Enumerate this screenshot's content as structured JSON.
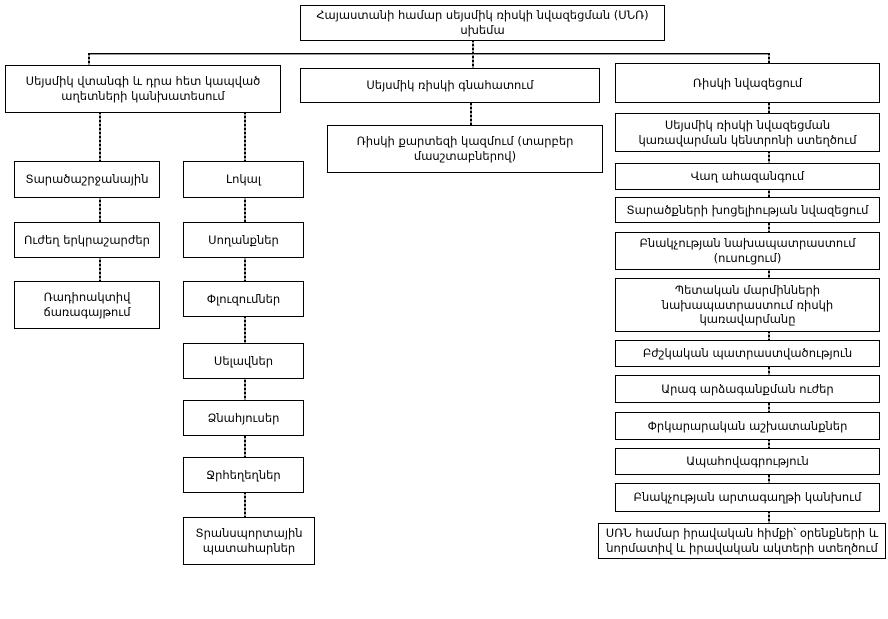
{
  "diagram": {
    "root": "Հայաստանի համար սեյսմիկ ռիսկի նվազեցման (ՍՆՌ) սխեմա",
    "left_branch": {
      "header": "Սեյսմիկ վտանգի և դրա հետ կապված աղետների կանխատեսում",
      "scale_items": [
        "Տարածաշրջանային",
        "Ուժեղ երկրաշարժեր",
        "Ռադիոակտիվ ճառագայթում"
      ],
      "hazard_items": [
        "Լոկալ",
        "Սողանքներ",
        "Փլուզումներ",
        "Սելավներ",
        "Ձնահյուսեր",
        "Ջրհեղեղներ",
        "Տրանսպորտային պատահարներ"
      ]
    },
    "middle_branch": {
      "header": "Սեյսմիկ ռիսկի գնահատում",
      "item": "Ռիսկի քարտեզի կազմում (տարբեր մասշտաբներով)"
    },
    "right_branch": {
      "header": "Ռիսկի նվազեցում",
      "items": [
        "Սեյսմիկ ռիսկի նվազեցման կառավարման կենտրոնի ստեղծում",
        "Վաղ ահազանգում",
        "Տարածքների խոցելիության նվազեցում",
        "Բնակչության նախապատրաստում (ուսուցում)",
        "Պետական մարմինների նախապատրաստում ռիսկի կառավարմանը",
        "Բժշկական պատրաստվածություն",
        "Արագ արձագանքման ուժեր",
        "Փրկարարական աշխատանքներ",
        "Ապահովագրություն",
        "Բնակչության արտագաղթի կանխում"
      ],
      "footer": "ՍՌՆ համար իրավական հիմքի՝ օրենքների և նորմատիվ և իրավական ակտերի ստեղծում"
    },
    "colors": {
      "box_border": "#000000",
      "box_background": "#ffffff",
      "connector": "#555555"
    }
  }
}
